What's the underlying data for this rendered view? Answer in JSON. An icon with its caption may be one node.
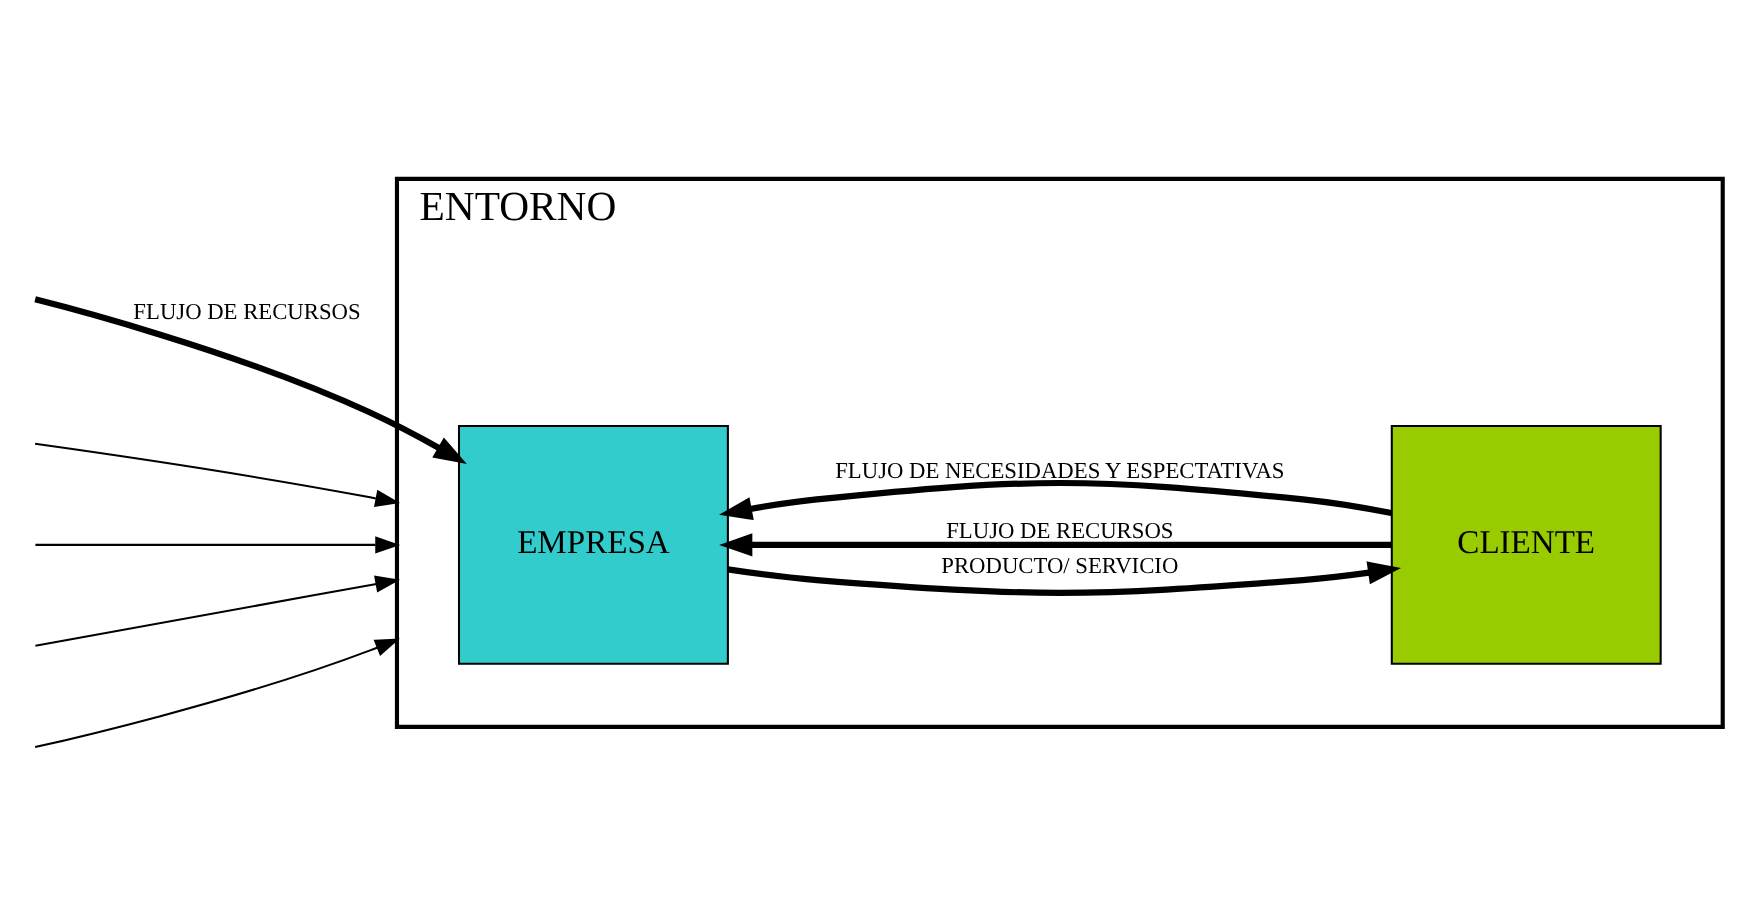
{
  "diagram": {
    "nodes": [
      {
        "text": [
          "ENTORNO"
        ]
      },
      {
        "text": [
          "EMPRESA"
        ],
        "in": 0
      },
      {
        "text": [
          "CLIENTE"
        ],
        "in": 0
      }
    ],
    "edges": [
      {
        "from": null,
        "to": 1,
        "arrow": "to",
        "label": "FLUJO DE RECURSOS",
        "style": "thick"
      },
      {
        "from": 1,
        "to": 2,
        "arrow": "to",
        "label": "PRODUCTO/ SERVICIO",
        "style": "thick"
      },
      {
        "from": 2,
        "to": 1,
        "arrow": "to",
        "label": "FLUJO DE RECURSOS",
        "style": "thick"
      },
      {
        "from": 2,
        "to": 1,
        "arrow": "to",
        "label": "FLUJO DE NECESIDADES Y ESPECTATIVAS",
        "style": "thick"
      },
      {
        "from": null,
        "to": 0,
        "arrow": "to"
      },
      {
        "from": null,
        "to": 0,
        "arrow": "to"
      },
      {
        "from": null,
        "to": 0,
        "arrow": "to"
      },
      {
        "from": null,
        "to": 0,
        "arrow": "to"
      }
    ]
  }
}
